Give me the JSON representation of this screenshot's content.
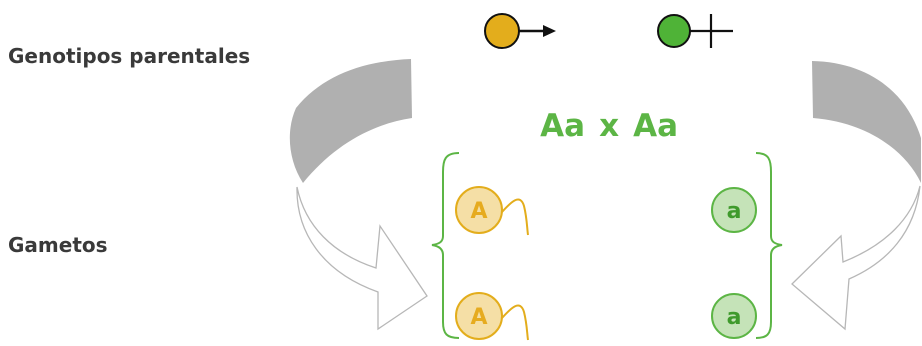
{
  "labels": {
    "parental_genotypes": "Genotipos parentales",
    "gametes": "Gametos"
  },
  "cross": {
    "male_genotype": "Aa",
    "operator": "x",
    "female_genotype": "Aa"
  },
  "gametes": [
    {
      "allele": "A",
      "color": "yellow"
    },
    {
      "allele": "a",
      "color": "green"
    },
    {
      "allele": "A",
      "color": "yellow"
    },
    {
      "allele": "a",
      "color": "green"
    }
  ],
  "colors": {
    "male": "#e3ad1c",
    "female": "#4fb337",
    "dominant_fill": "#f5dfa6",
    "dominant_stroke": "#e3ad1c",
    "dominant_text": "#e6ab1f",
    "recessive_fill": "#c5e3b8",
    "recessive_stroke": "#5cb545",
    "recessive_text": "#3f9a2c",
    "genotype_text": "#5cb545",
    "label_text": "#3a3a3a",
    "arrow_gray": "#b0b0b0"
  },
  "icons": [
    "male-symbol-icon",
    "female-symbol-icon",
    "sperm-tail-icon",
    "curved-arrow-icon",
    "brace-icon"
  ]
}
